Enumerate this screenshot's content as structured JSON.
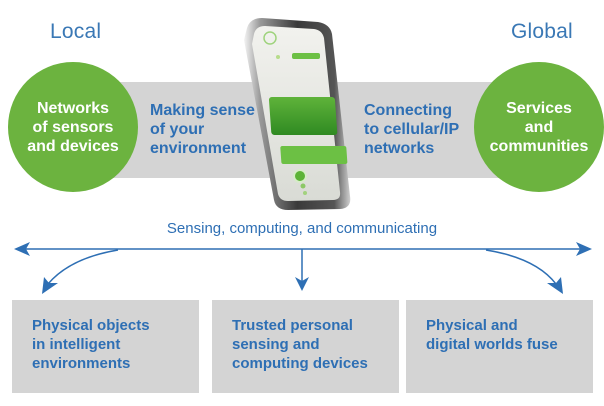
{
  "header": {
    "left_label": "Local",
    "right_label": "Global"
  },
  "top_row": {
    "left_circle": [
      "Networks",
      "of sensors",
      "and devices"
    ],
    "left_band_text": [
      "Making sense",
      "of your",
      "environment"
    ],
    "right_band_text": [
      "Connecting",
      "to cellular/IP",
      "networks"
    ],
    "right_circle": [
      "Services",
      "and",
      "communities"
    ]
  },
  "device": {
    "icon": "mobile-phone-image"
  },
  "axis": {
    "label": "Sensing, computing, and communicating"
  },
  "outcomes": [
    {
      "lines": [
        "Physical objects",
        "in intelligent",
        "environments"
      ]
    },
    {
      "lines": [
        "Trusted personal",
        "sensing and",
        "computing devices"
      ]
    },
    {
      "lines": [
        "Physical and",
        "digital worlds fuse"
      ]
    }
  ],
  "colors": {
    "green": "#6cb33f",
    "blue": "#2e6fb4",
    "gray": "#d4d4d4"
  }
}
